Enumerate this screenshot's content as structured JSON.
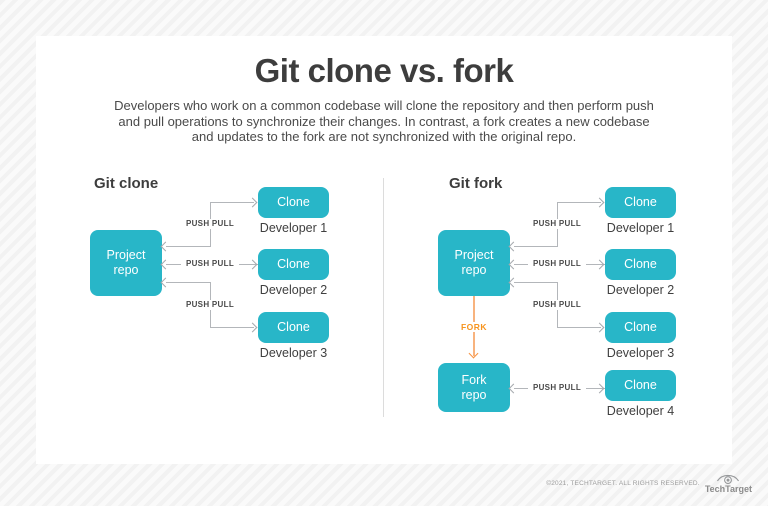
{
  "page": {
    "title": "Git clone vs. fork",
    "description": "Developers who work on a common codebase will clone the repository and then perform push\nand pull operations to synchronize their changes. In contrast, a fork creates a new codebase\nand updates to the fork are not synchronized with the original repo."
  },
  "colors": {
    "box_teal": "#28b6c8",
    "line_gray": "#b3b6ba",
    "fork_orange": "#f7941e",
    "text_dark": "#3d3d3d"
  },
  "diagrams": {
    "clone": {
      "heading": "Git clone",
      "repo": {
        "label": "Project\nrepo"
      },
      "rows": [
        {
          "box": "Clone",
          "dev": "Developer 1",
          "link": "PUSH PULL"
        },
        {
          "box": "Clone",
          "dev": "Developer 2",
          "link": "PUSH PULL"
        },
        {
          "box": "Clone",
          "dev": "Developer 3",
          "link": "PUSH PULL"
        }
      ]
    },
    "fork": {
      "heading": "Git fork",
      "repo": {
        "label": "Project\nrepo"
      },
      "fork_link_label": "FORK",
      "fork_repo": {
        "label": "Fork\nrepo"
      },
      "rows": [
        {
          "box": "Clone",
          "dev": "Developer 1",
          "link": "PUSH PULL"
        },
        {
          "box": "Clone",
          "dev": "Developer 2",
          "link": "PUSH PULL"
        },
        {
          "box": "Clone",
          "dev": "Developer 3",
          "link": "PUSH PULL"
        },
        {
          "box": "Clone",
          "dev": "Developer 4",
          "link": "PUSH PULL"
        }
      ]
    }
  },
  "footer": {
    "copyright": "©2021, TECHTARGET. ALL RIGHTS RESERVED.",
    "brand": "TechTarget"
  }
}
